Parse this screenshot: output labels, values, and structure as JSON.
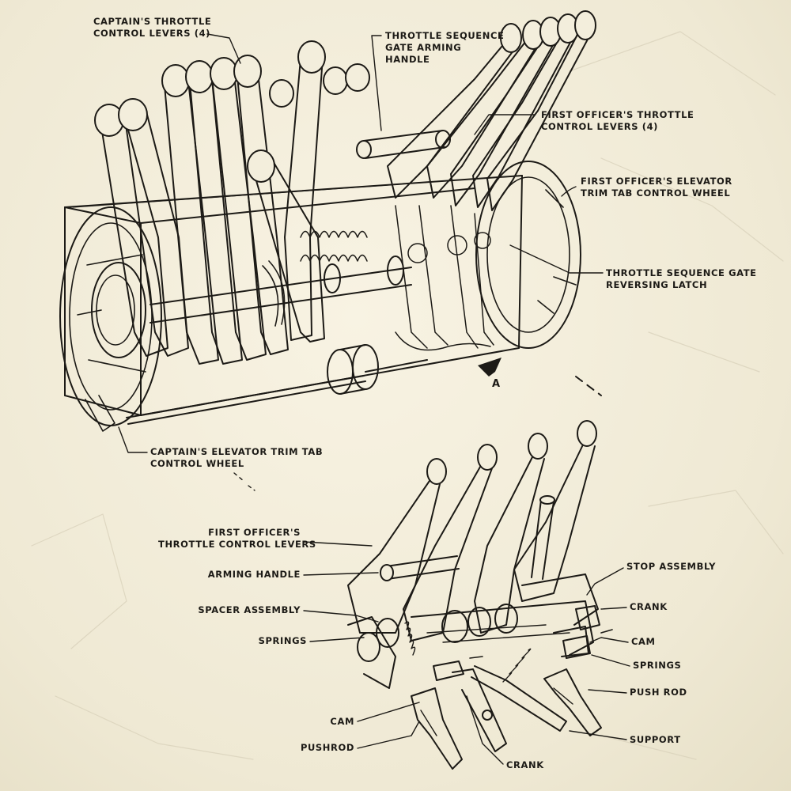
{
  "top_figure": {
    "captain_throttle_levers": [
      "CAPTAIN'S THROTTLE",
      "CONTROL LEVERS (4)"
    ],
    "gate_arming_handle": [
      "THROTTLE SEQUENCE",
      "GATE ARMING",
      "HANDLE"
    ],
    "fo_throttle_levers": [
      "FIRST OFFICER'S THROTTLE",
      "CONTROL LEVERS (4)"
    ],
    "fo_trim_wheel": [
      "FIRST OFFICER'S ELEVATOR",
      "TRIM TAB CONTROL WHEEL"
    ],
    "gate_reversing_latch": [
      "THROTTLE SEQUENCE GATE",
      "REVERSING LATCH"
    ],
    "view_arrow": "A",
    "captain_trim_wheel": [
      "CAPTAIN'S ELEVATOR TRIM TAB",
      "CONTROL WHEEL"
    ]
  },
  "bottom_figure": {
    "fo_throttle_levers": [
      "FIRST OFFICER'S",
      "THROTTLE CONTROL LEVERS"
    ],
    "arming_handle": "ARMING HANDLE",
    "spacer_assembly": "SPACER ASSEMBLY",
    "springs_left": "SPRINGS",
    "cam_left": "CAM",
    "pushrod": "PUSHROD",
    "crank_bottom": "CRANK",
    "stop_assembly": "STOP ASSEMBLY",
    "crank_right": "CRANK",
    "cam_right": "CAM",
    "springs_right": "SPRINGS",
    "push_rod": "PUSH ROD",
    "support": "SUPPORT"
  },
  "colors": {
    "ink": "#1c1a16",
    "paper": "#f3eedc"
  }
}
